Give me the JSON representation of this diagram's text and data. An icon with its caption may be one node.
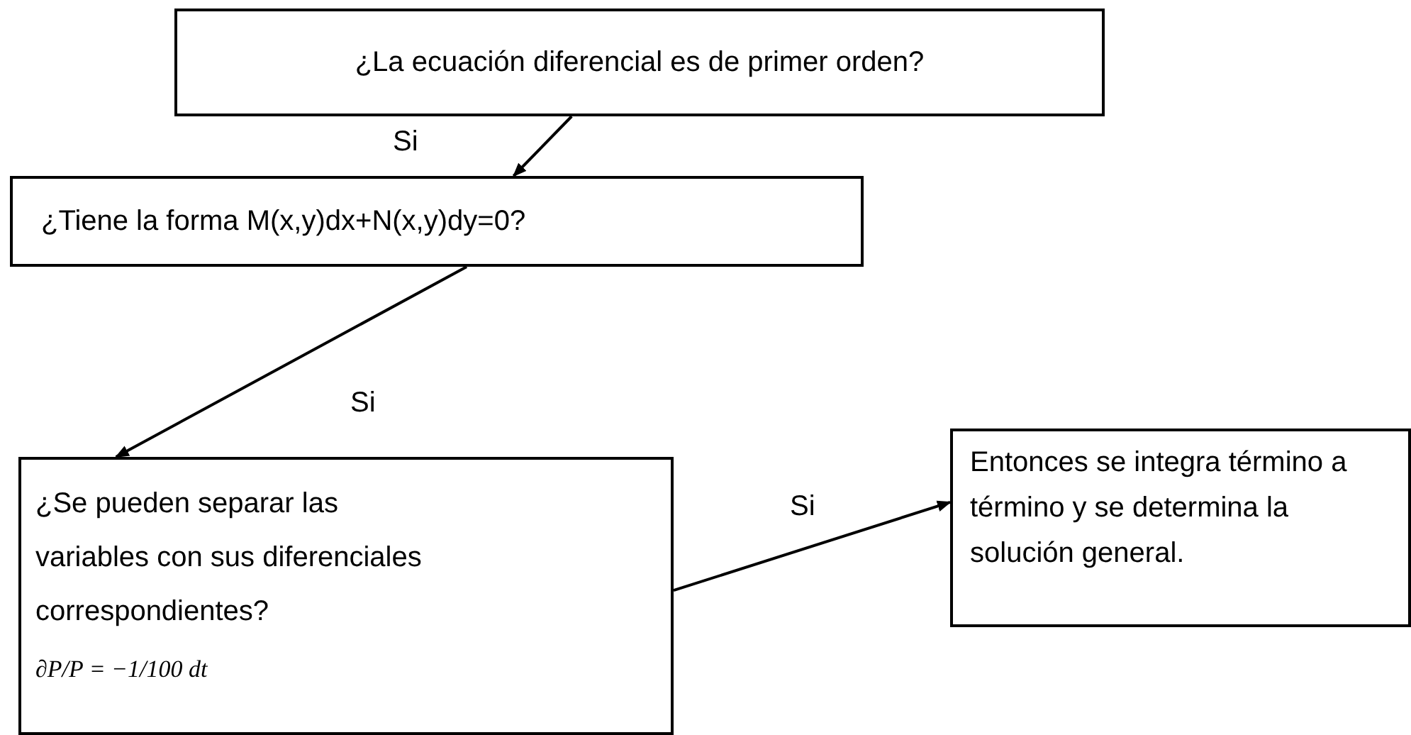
{
  "diagram": {
    "nodes": [
      {
        "text": [
          "¿La ecuación diferencial es de primer orden?"
        ]
      },
      {
        "text": [
          "¿Tiene la forma M(x,y)dx+N(x,y)dy=0?"
        ]
      },
      {
        "text": [
          "¿Se pueden separar las variables con sus diferenciales correspondientes?",
          "∂P/P = −1/100 dt"
        ]
      },
      {
        "text": [
          "Entonces se integra término a término y se determina la solución general."
        ]
      }
    ],
    "edges": [
      {
        "from": 0,
        "to": 1,
        "arrow": "to",
        "label": "Si"
      },
      {
        "from": 1,
        "to": 2,
        "arrow": "to",
        "label": "Si"
      },
      {
        "from": 2,
        "to": 3,
        "arrow": "to",
        "label": "Si"
      }
    ]
  }
}
